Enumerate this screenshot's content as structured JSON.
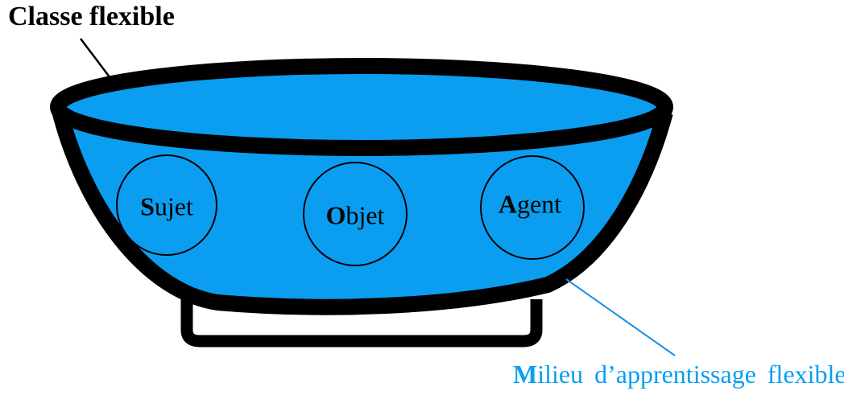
{
  "diagram": {
    "top_label": "Classe flexible",
    "bottom_label": {
      "initial": "M",
      "rest": "ilieu d’apprentissage flexible"
    },
    "circles": [
      {
        "initial": "S",
        "rest": "ujet"
      },
      {
        "initial": "O",
        "rest": "bjet"
      },
      {
        "initial": "A",
        "rest": "gent"
      }
    ]
  },
  "colors": {
    "bowl_fill": "#0b9ef0",
    "outline": "#000000",
    "bottom_label": "#0b9ef0",
    "pointer_line_blue": "#1a8fe8"
  }
}
